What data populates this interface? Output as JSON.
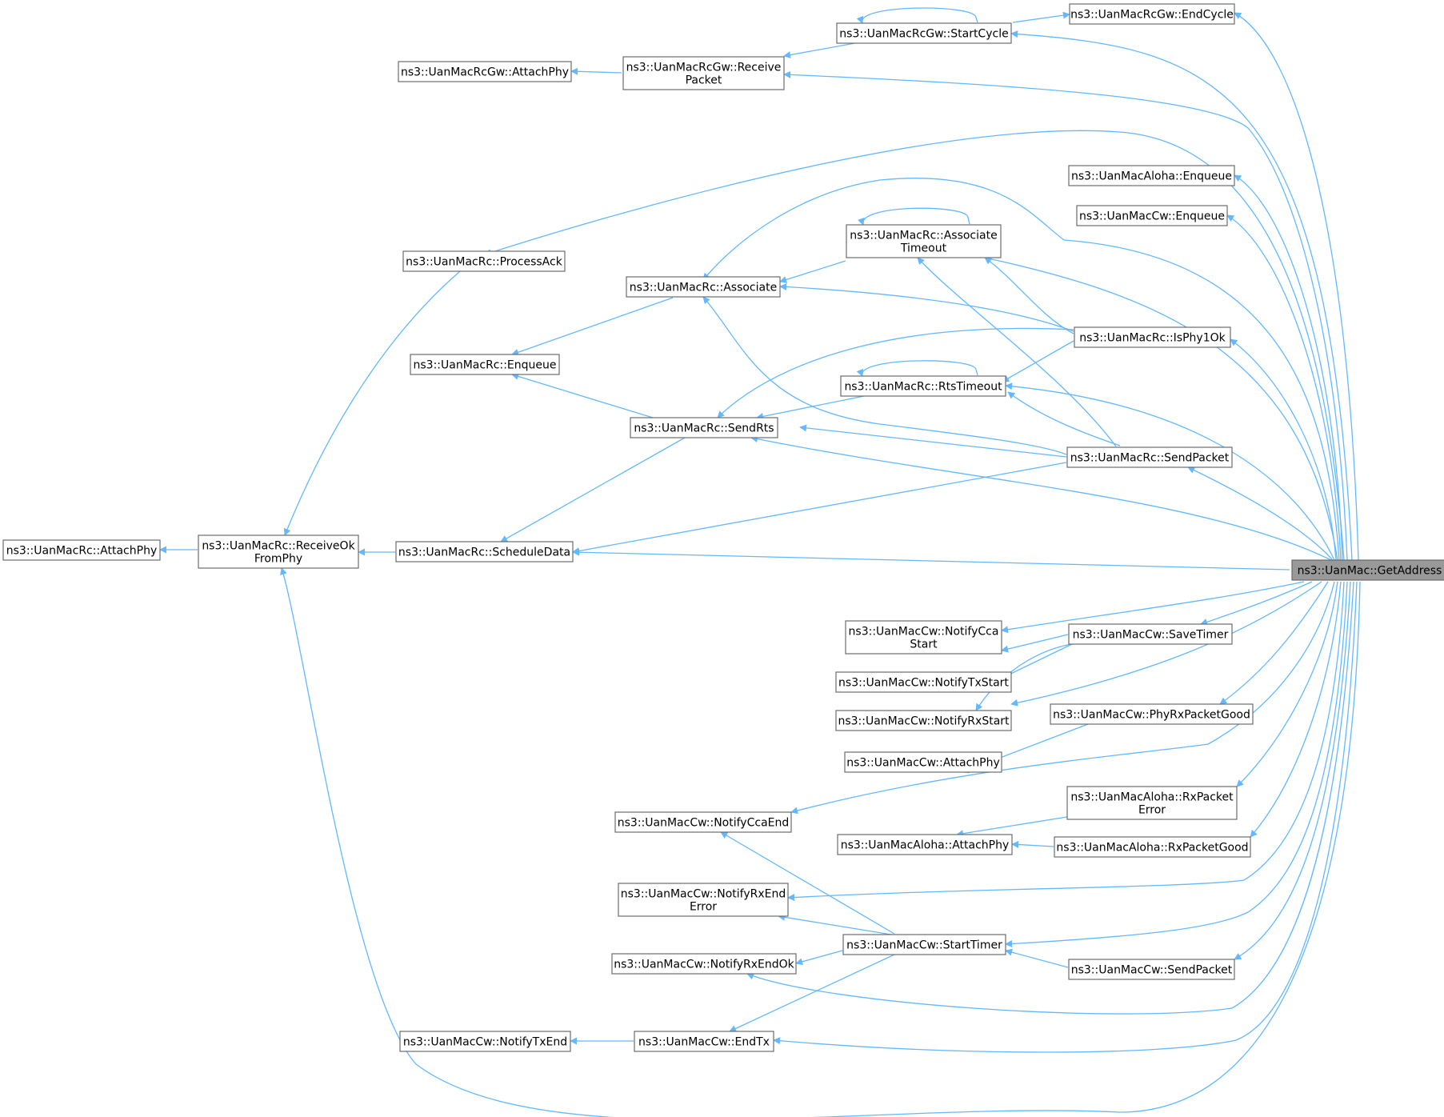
{
  "accent": "#63b8ff",
  "target": {
    "label": "ns3::UanMac::GetAddress"
  },
  "nodes": {
    "endcycle": [
      "ns3::UanMacRcGw::EndCycle"
    ],
    "startcycle": [
      "ns3::UanMacRcGw::StartCycle"
    ],
    "gw_attach": [
      "ns3::UanMacRcGw::AttachPhy"
    ],
    "gw_receive": [
      "ns3::UanMacRcGw::Receive",
      "Packet"
    ],
    "aloha_enq": [
      "ns3::UanMacAloha::Enqueue"
    ],
    "cw_enq": [
      "ns3::UanMacCw::Enqueue"
    ],
    "assoc_to": [
      "ns3::UanMacRc::Associate",
      "Timeout"
    ],
    "processack": [
      "ns3::UanMacRc::ProcessAck"
    ],
    "associate": [
      "ns3::UanMacRc::Associate"
    ],
    "isphy1ok": [
      "ns3::UanMacRc::IsPhy1Ok"
    ],
    "rc_enq": [
      "ns3::UanMacRc::Enqueue"
    ],
    "rtstimeout": [
      "ns3::UanMacRc::RtsTimeout"
    ],
    "sendrts": [
      "ns3::UanMacRc::SendRts"
    ],
    "rc_sendpkt": [
      "ns3::UanMacRc::SendPacket"
    ],
    "rc_attach": [
      "ns3::UanMacRc::AttachPhy"
    ],
    "receiveok": [
      "ns3::UanMacRc::ReceiveOk",
      "FromPhy"
    ],
    "scheduledata": [
      "ns3::UanMacRc::ScheduleData"
    ],
    "ccastart": [
      "ns3::UanMacCw::NotifyCca",
      "Start"
    ],
    "savetimer": [
      "ns3::UanMacCw::SaveTimer"
    ],
    "txstart": [
      "ns3::UanMacCw::NotifyTxStart"
    ],
    "rxstart": [
      "ns3::UanMacCw::NotifyRxStart"
    ],
    "phyrxgood": [
      "ns3::UanMacCw::PhyRxPacketGood"
    ],
    "cw_attach": [
      "ns3::UanMacCw::AttachPhy"
    ],
    "ccaend": [
      "ns3::UanMacCw::NotifyCcaEnd"
    ],
    "aloha_rxerr": [
      "ns3::UanMacAloha::RxPacket",
      "Error"
    ],
    "aloha_attach": [
      "ns3::UanMacAloha::AttachPhy"
    ],
    "aloha_rxgood": [
      "ns3::UanMacAloha::RxPacketGood"
    ],
    "rxenderr": [
      "ns3::UanMacCw::NotifyRxEnd",
      "Error"
    ],
    "starttimer": [
      "ns3::UanMacCw::StartTimer"
    ],
    "rxendok": [
      "ns3::UanMacCw::NotifyRxEndOk"
    ],
    "cw_sendpkt": [
      "ns3::UanMacCw::SendPacket"
    ],
    "txend": [
      "ns3::UanMacCw::NotifyTxEnd"
    ],
    "endtx": [
      "ns3::UanMacCw::EndTx"
    ]
  }
}
